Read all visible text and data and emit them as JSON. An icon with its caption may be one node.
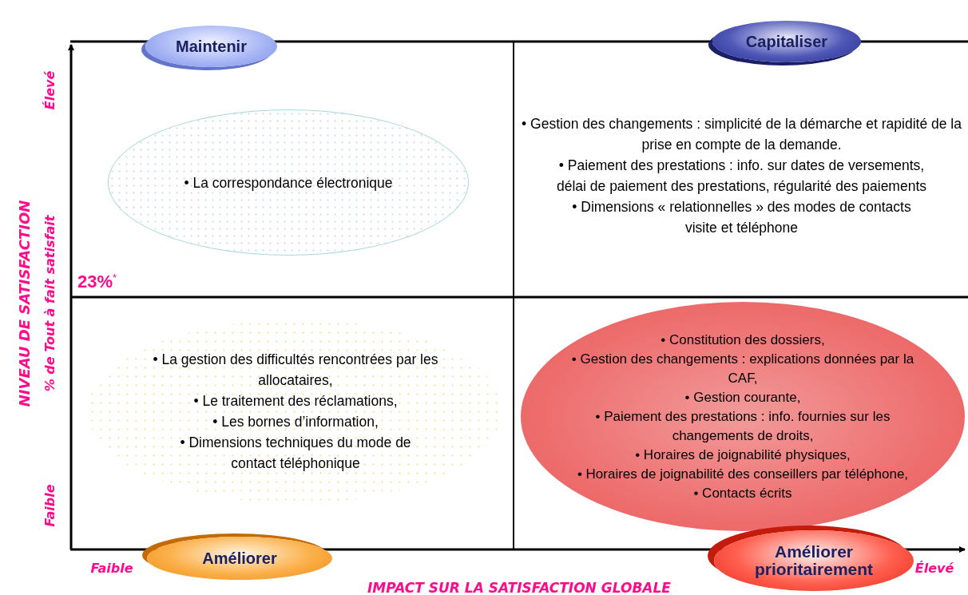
{
  "diagram": {
    "nodes": [
      {
        "text": [
          "Maintenir"
        ]
      },
      {
        "text": [
          "Capitaliser"
        ]
      },
      {
        "text": [
          "• La correspondance électronique"
        ]
      },
      {
        "text": [
          "• Gestion des changements : simplicité de la démarche et rapidité de la prise en compte de la demande.",
          "• Paiement des prestations : info. sur dates de versements, délai de paiement des prestations, régularité des paiements",
          "• Dimensions « relationnelles » des modes de contacts visite et téléphone"
        ]
      },
      {
        "text": [
          "• La gestion des difficultés rencontrées par les allocataires,",
          "• Le traitement des réclamations,",
          "• Les bornes d’information,",
          "• Dimensions techniques du mode de contact téléphonique"
        ]
      },
      {
        "text": [
          "• Constitution des dossiers,",
          "• Gestion des changements : explications données par la CAF,",
          "• Gestion courante,",
          "• Paiement des prestations : info. fournies sur les changements de droits,",
          "• Horaires de joignabilité physiques,",
          "• Horaires de joignabilité des conseillers par téléphone,",
          "• Contacts écrits"
        ]
      },
      {
        "text": [
          "Améliorer"
        ]
      },
      {
        "text": [
          "Améliorer prioritairement"
        ]
      }
    ],
    "labels": [
      "Élevé",
      "NIVEAU DE SATISFACTION",
      "% de Tout à fait satisfait",
      "23%$^{*}$",
      "Faible",
      "Faible",
      "Élevé",
      "IMPACT SUR LA SATISFACTION GLOBALE"
    ]
  }
}
